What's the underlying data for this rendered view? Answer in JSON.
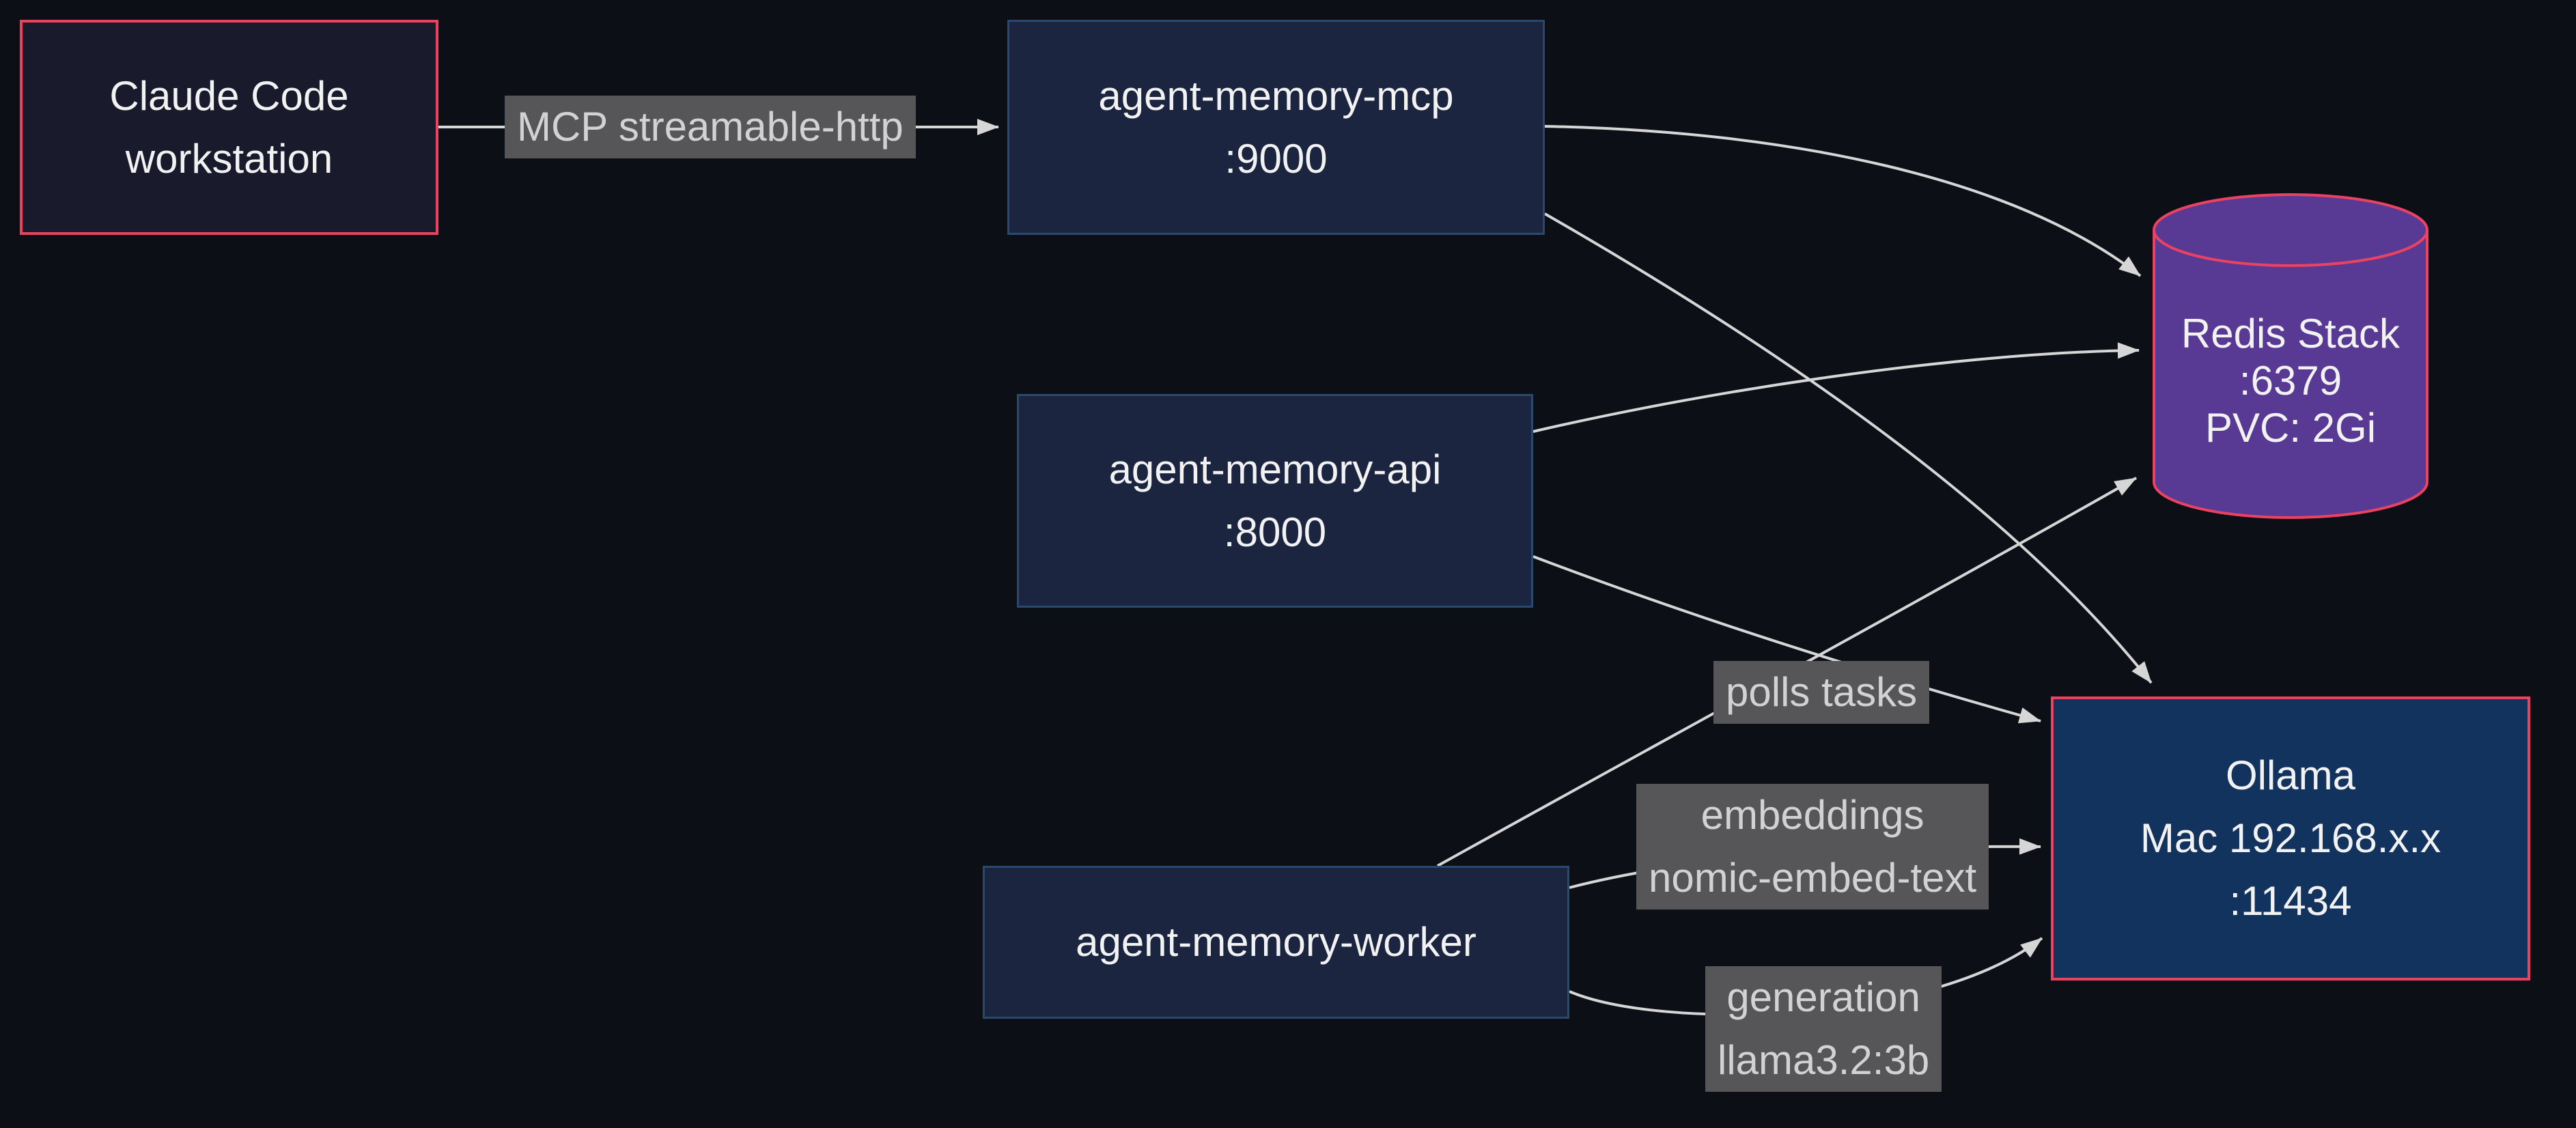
{
  "palette": {
    "bg": "#0c0f16",
    "edge": "#d6d6d6",
    "node-text": "#f2f2f2",
    "service-fill": "#1b2540",
    "service-border": "#2a496e",
    "client-fill": "#191b2c",
    "accent-border": "#ec4261",
    "redis-fill": "#583a94",
    "ollama-fill": "#12335e",
    "label-bg": "#565659",
    "label-fg": "#d2d2d2"
  },
  "nodes": {
    "workstation": {
      "lines": [
        "Claude Code",
        "workstation"
      ]
    },
    "mcp": {
      "lines": [
        "agent-memory-mcp",
        ":9000"
      ]
    },
    "api": {
      "lines": [
        "agent-memory-api",
        ":8000"
      ]
    },
    "worker": {
      "lines": [
        "agent-memory-worker"
      ]
    },
    "redis": {
      "lines": [
        "Redis Stack",
        ":6379",
        "PVC: 2Gi"
      ]
    },
    "ollama": {
      "lines": [
        "Ollama",
        "Mac 192.168.x.x",
        ":11434"
      ]
    }
  },
  "edge_labels": {
    "workstation_mcp": {
      "lines": [
        "MCP streamable-http"
      ]
    },
    "worker_redis": {
      "lines": [
        "polls tasks"
      ]
    },
    "worker_ollama_embed": {
      "lines": [
        "embeddings",
        "nomic-embed-text"
      ]
    },
    "worker_ollama_gen": {
      "lines": [
        "generation",
        "llama3.2:3b"
      ]
    }
  }
}
